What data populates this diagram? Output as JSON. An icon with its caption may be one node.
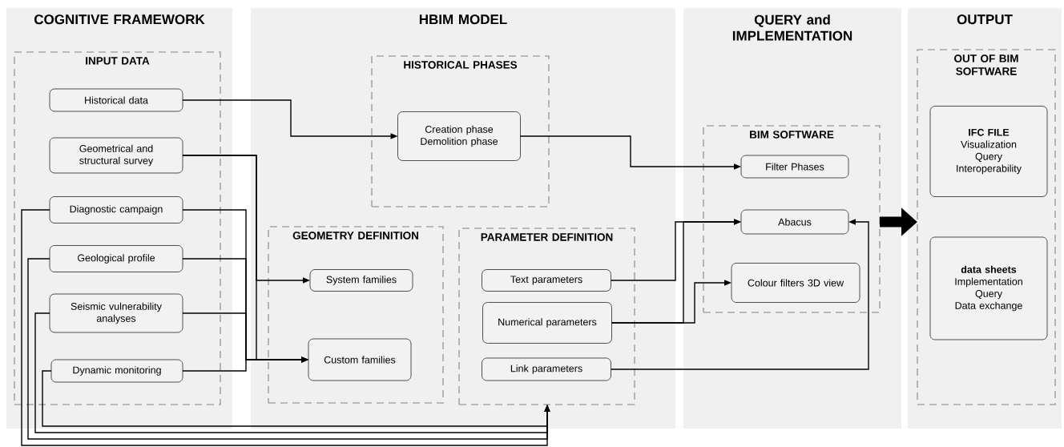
{
  "diagram": {
    "nodes": [
      {
        "text": [
          "COGNITIVE FRAMEWORK"
        ]
      },
      {
        "text": [
          "INPUT DATA"
        ],
        "in": 0
      },
      {
        "text": [
          "Historical data"
        ],
        "in": 1
      },
      {
        "text": [
          "Geometrical and structural survey"
        ],
        "in": 1
      },
      {
        "text": [
          "Diagnostic campaign"
        ],
        "in": 1
      },
      {
        "text": [
          "Geological profile"
        ],
        "in": 1
      },
      {
        "text": [
          "Seismic vulnerability analyses"
        ],
        "in": 1
      },
      {
        "text": [
          "Dynamic monitoring"
        ],
        "in": 1
      },
      {
        "text": [
          "HBIM MODEL"
        ]
      },
      {
        "text": [
          "HISTORICAL PHASES"
        ],
        "in": 8
      },
      {
        "text": [
          "Creation phase",
          "Demolition phase"
        ],
        "in": 9
      },
      {
        "text": [
          "GEOMETRY DEFINITION"
        ],
        "in": 8
      },
      {
        "text": [
          "System families"
        ],
        "in": 11
      },
      {
        "text": [
          "Custom families"
        ],
        "in": 11
      },
      {
        "text": [
          "PARAMETER DEFINITION"
        ],
        "in": 8
      },
      {
        "text": [
          "Text parameters"
        ],
        "in": 14
      },
      {
        "text": [
          "Numerical parameters"
        ],
        "in": 14
      },
      {
        "text": [
          "Link parameters"
        ],
        "in": 14
      },
      {
        "text": [
          "QUERY and IMPLEMENTATION"
        ]
      },
      {
        "text": [
          "BIM SOFTWARE"
        ],
        "in": 18
      },
      {
        "text": [
          "Filter Phases"
        ],
        "in": 19
      },
      {
        "text": [
          "Abacus"
        ],
        "in": 19
      },
      {
        "text": [
          "Colour filters 3D view"
        ],
        "in": 19
      },
      {
        "text": [
          "OUTPUT"
        ]
      },
      {
        "text": [
          "OUT OF BIM SOFTWARE"
        ],
        "in": 23
      },
      {
        "text": [
          "IFC FILE",
          "Visualization",
          "Query",
          "Interoperability"
        ],
        "in": 24
      },
      {
        "text": [
          "data sheets",
          "Implementation",
          "Query",
          "Data exchange"
        ],
        "in": 24
      }
    ],
    "edges": [
      {
        "from": 2,
        "to": 10,
        "arrow": "to"
      },
      {
        "from": 10,
        "to": 20,
        "arrow": "to"
      },
      {
        "from": 3,
        "to": 12,
        "arrow": "to"
      },
      {
        "from": 3,
        "to": 13,
        "arrow": "to"
      },
      {
        "from": 4,
        "to": 13,
        "arrow": "to"
      },
      {
        "from": 5,
        "to": 13,
        "arrow": "to"
      },
      {
        "from": 6,
        "to": 13,
        "arrow": "to"
      },
      {
        "from": 7,
        "to": 13,
        "arrow": "to"
      },
      {
        "from": 4,
        "to": 14,
        "arrow": "to"
      },
      {
        "from": 5,
        "to": 14,
        "arrow": "to"
      },
      {
        "from": 6,
        "to": 14,
        "arrow": "to"
      },
      {
        "from": 7,
        "to": 14,
        "arrow": "to"
      },
      {
        "from": 15,
        "to": 21,
        "arrow": "to"
      },
      {
        "from": 16,
        "to": 21,
        "arrow": "to"
      },
      {
        "from": 16,
        "to": 22,
        "arrow": "to"
      },
      {
        "from": 17,
        "to": 21,
        "arrow": "to"
      },
      {
        "from": 19,
        "to": 24,
        "arrow": "to",
        "style": "thick"
      }
    ]
  }
}
